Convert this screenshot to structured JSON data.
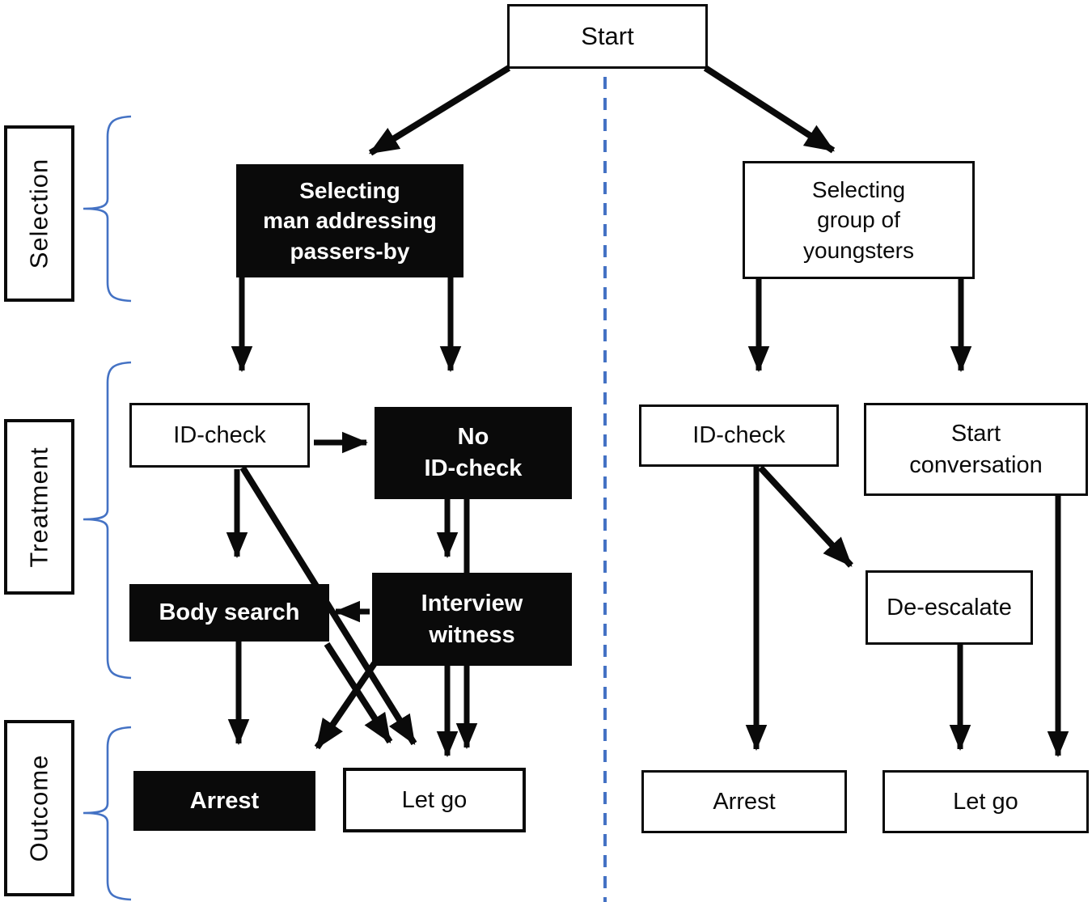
{
  "figure": {
    "description": "Flowchart of police field experiment: two scenarios split by a dashed divider, with Selection, Treatment and Outcome stages",
    "row_labels": {
      "selection": "Selection",
      "treatment": "Treatment",
      "outcome": "Outcome"
    },
    "nodes": {
      "start": "Start",
      "select_man": "Selecting\nman addressing\npassers-by",
      "select_group": "Selecting\ngroup of\nyoungsters",
      "id_check_left": "ID-check",
      "no_id_check": "No\nID-check",
      "body_search": "Body search",
      "interview_witness": "Interview\nwitness",
      "arrest_left": "Arrest",
      "let_go_left": "Let go",
      "id_check_right": "ID-check",
      "start_conversation": "Start\nconversation",
      "de_escalate": "De-escalate",
      "arrest_right": "Arrest",
      "let_go_right": "Let go"
    },
    "edges": [
      {
        "from": "start",
        "to": "select_man"
      },
      {
        "from": "start",
        "to": "select_group"
      },
      {
        "from": "select_man",
        "to": "id_check_left"
      },
      {
        "from": "select_man",
        "to": "no_id_check"
      },
      {
        "from": "id_check_left",
        "to": "no_id_check"
      },
      {
        "from": "id_check_left",
        "to": "body_search"
      },
      {
        "from": "id_check_left",
        "to": "let_go_left"
      },
      {
        "from": "no_id_check",
        "to": "interview_witness"
      },
      {
        "from": "no_id_check",
        "to": "let_go_left"
      },
      {
        "from": "interview_witness",
        "to": "body_search"
      },
      {
        "from": "interview_witness",
        "to": "arrest_left"
      },
      {
        "from": "interview_witness",
        "to": "let_go_left"
      },
      {
        "from": "body_search",
        "to": "arrest_left"
      },
      {
        "from": "body_search",
        "to": "let_go_left"
      },
      {
        "from": "select_group",
        "to": "id_check_right"
      },
      {
        "from": "select_group",
        "to": "start_conversation"
      },
      {
        "from": "id_check_right",
        "to": "arrest_right"
      },
      {
        "from": "id_check_right",
        "to": "de_escalate"
      },
      {
        "from": "start_conversation",
        "to": "let_go_right"
      },
      {
        "from": "de_escalate",
        "to": "let_go_right"
      }
    ]
  },
  "colors": {
    "node_black_bg": "#0a0a0a",
    "node_black_text": "#ffffff",
    "node_white_bg": "#ffffff",
    "node_border": "#0a0a0a",
    "arrow_black": "#0a0a0a",
    "brace_blue": "#4472c4",
    "divider_blue": "#4472c4",
    "canvas_bg": "#ffffff"
  }
}
